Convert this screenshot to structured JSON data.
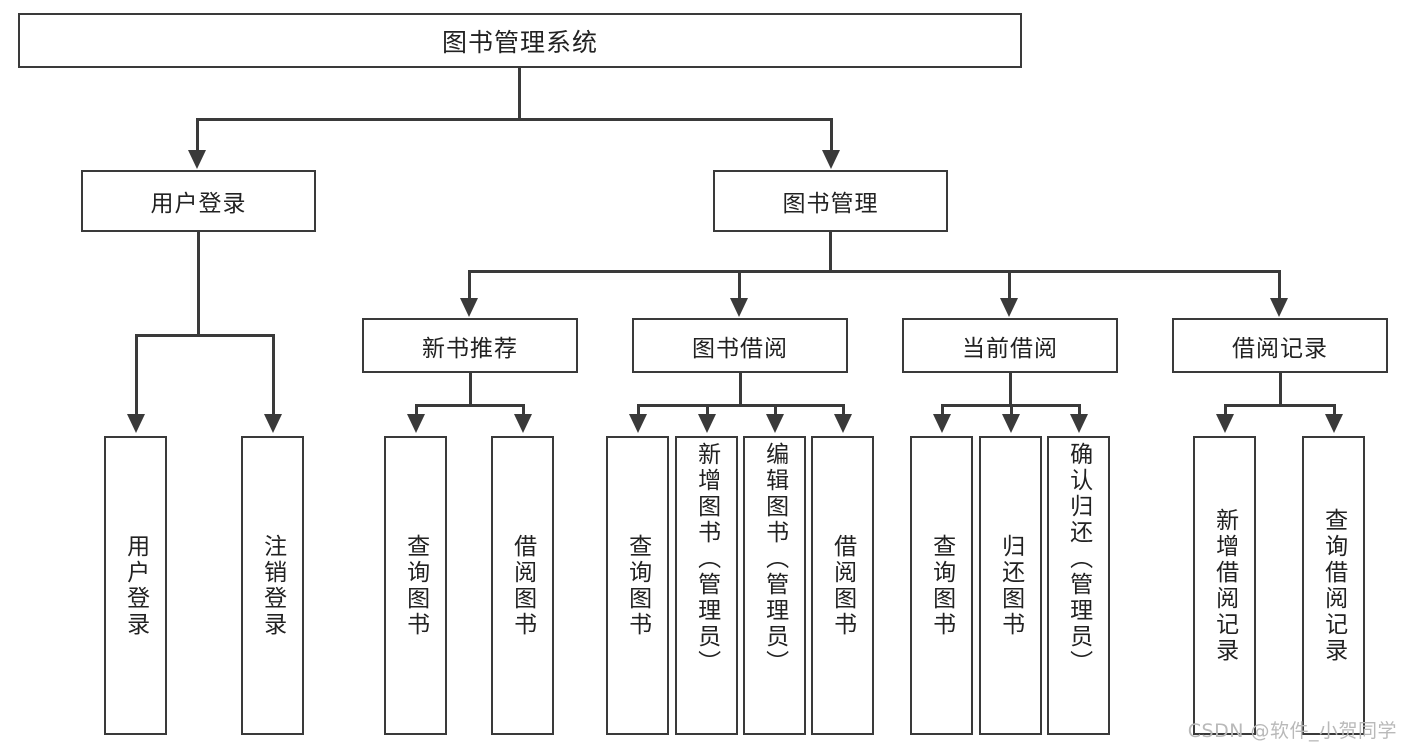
{
  "diagram": {
    "title": "图书管理系统",
    "type": "hierarchy-tree",
    "root": {
      "label": "图书管理系统"
    },
    "level2": [
      {
        "label": "用户登录"
      },
      {
        "label": "图书管理"
      }
    ],
    "level3": [
      {
        "label": "新书推荐"
      },
      {
        "label": "图书借阅"
      },
      {
        "label": "当前借阅"
      },
      {
        "label": "借阅记录"
      }
    ],
    "leaves": {
      "user_login": [
        {
          "label": "用户登录"
        },
        {
          "label": "注销登录"
        }
      ],
      "new_book_recommend": [
        {
          "label": "查询图书"
        },
        {
          "label": "借阅图书"
        }
      ],
      "book_borrow": [
        {
          "label": "查询图书"
        },
        {
          "label": "新增图书（管理员）"
        },
        {
          "label": "编辑图书（管理员）"
        },
        {
          "label": "借阅图书"
        }
      ],
      "current_borrow": [
        {
          "label": "查询图书"
        },
        {
          "label": "归还图书"
        },
        {
          "label": "确认归还（管理员）"
        }
      ],
      "borrow_records": [
        {
          "label": "新增借阅记录"
        },
        {
          "label": "查询借阅记录"
        }
      ]
    }
  },
  "watermark": {
    "text": "CSDN @软件_小贺同学"
  },
  "colors": {
    "stroke": "#3a3a3a",
    "background": "#ffffff",
    "text": "#222222",
    "watermark": "#b9b9b9"
  }
}
